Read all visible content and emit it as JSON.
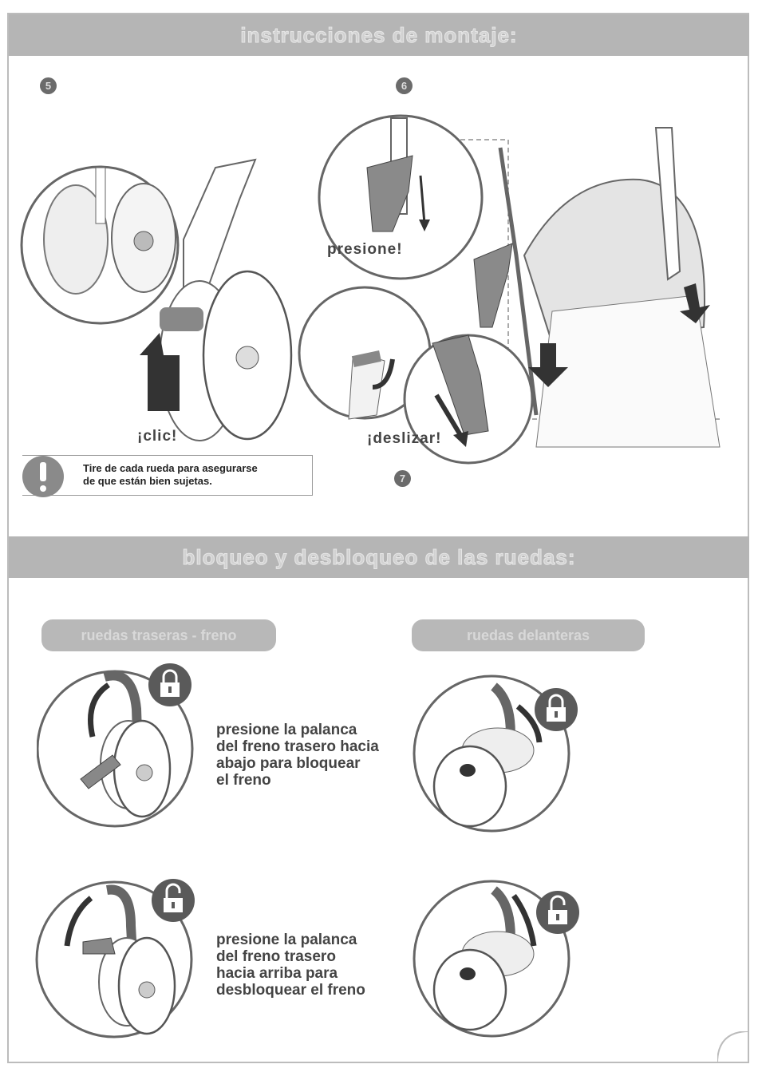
{
  "section_assembly": {
    "title": "instrucciones de montaje:"
  },
  "section_wheels": {
    "title": "bloqueo y desbloqueo de las ruedas:"
  },
  "steps": {
    "five": "5",
    "six": "6",
    "seven": "7"
  },
  "labels": {
    "click": "¡clic!",
    "press": "presione!",
    "slide": "¡deslizar!"
  },
  "warning": {
    "text_line1": "Tire de cada rueda para asegurarse",
    "text_line2": "de que están bien sujetas."
  },
  "rear": {
    "title": "ruedas traseras - freno",
    "lock_lines": [
      "presione la palanca",
      "del freno trasero hacia",
      "abajo para bloquear",
      "el freno"
    ],
    "unlock_lines": [
      "presione la palanca",
      "del freno trasero",
      "hacia arriba para",
      "desbloquear el freno"
    ]
  },
  "front": {
    "title": "ruedas delanteras"
  },
  "icons": {
    "lock": "padlock-closed-icon",
    "unlock": "padlock-open-icon",
    "warning": "exclamation-icon"
  }
}
